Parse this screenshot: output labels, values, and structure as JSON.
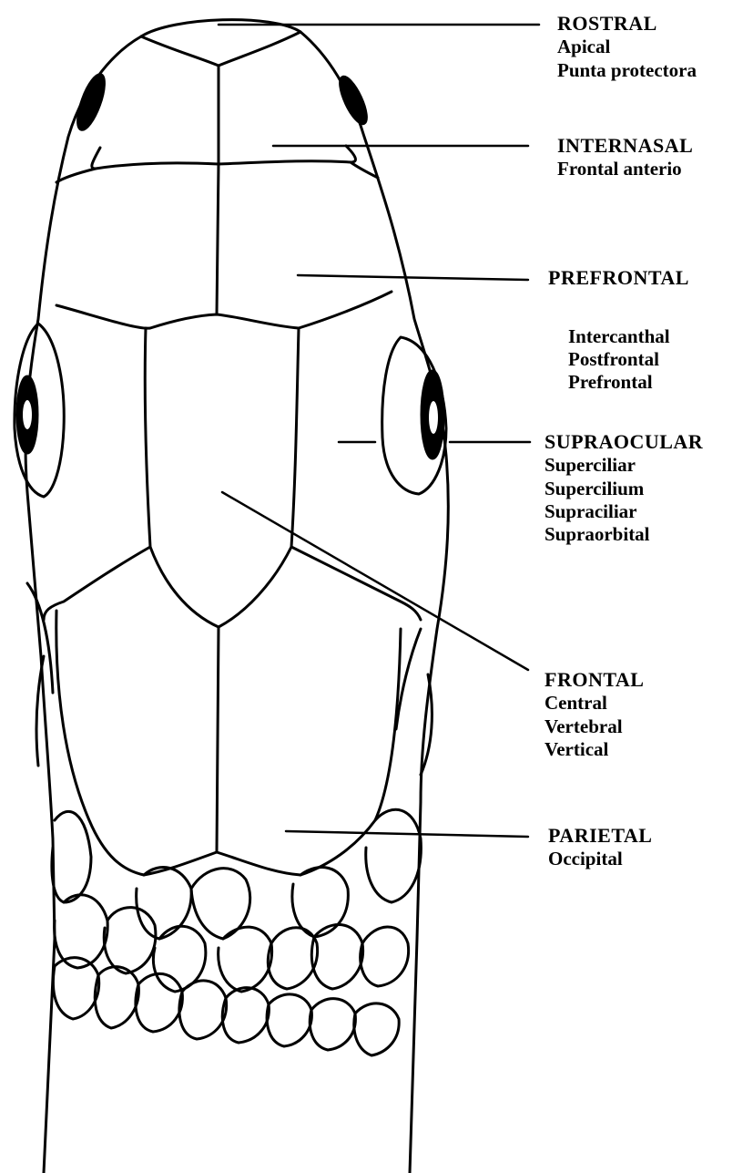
{
  "figure": {
    "labels": [
      {
        "id": "rostral",
        "title": "ROSTRAL",
        "synonyms": [
          "Apical",
          "Punta protectora"
        ]
      },
      {
        "id": "internasal",
        "title": "INTERNASAL",
        "synonyms": [
          "Frontal anterio"
        ]
      },
      {
        "id": "prefrontal",
        "title": "PREFRONTAL",
        "synonyms": [
          "Intercanthal",
          "Postfrontal",
          "Prefrontal"
        ]
      },
      {
        "id": "supraocular",
        "title": "SUPRAOCULAR",
        "synonyms": [
          "Superciliar",
          "Supercilium",
          "Supraciliar",
          "Supraorbital"
        ]
      },
      {
        "id": "frontal",
        "title": "FRONTAL",
        "synonyms": [
          "Central",
          "Vertebral",
          "Vertical"
        ]
      },
      {
        "id": "parietal",
        "title": "PARIETAL",
        "synonyms": [
          "Occipital"
        ]
      }
    ]
  }
}
